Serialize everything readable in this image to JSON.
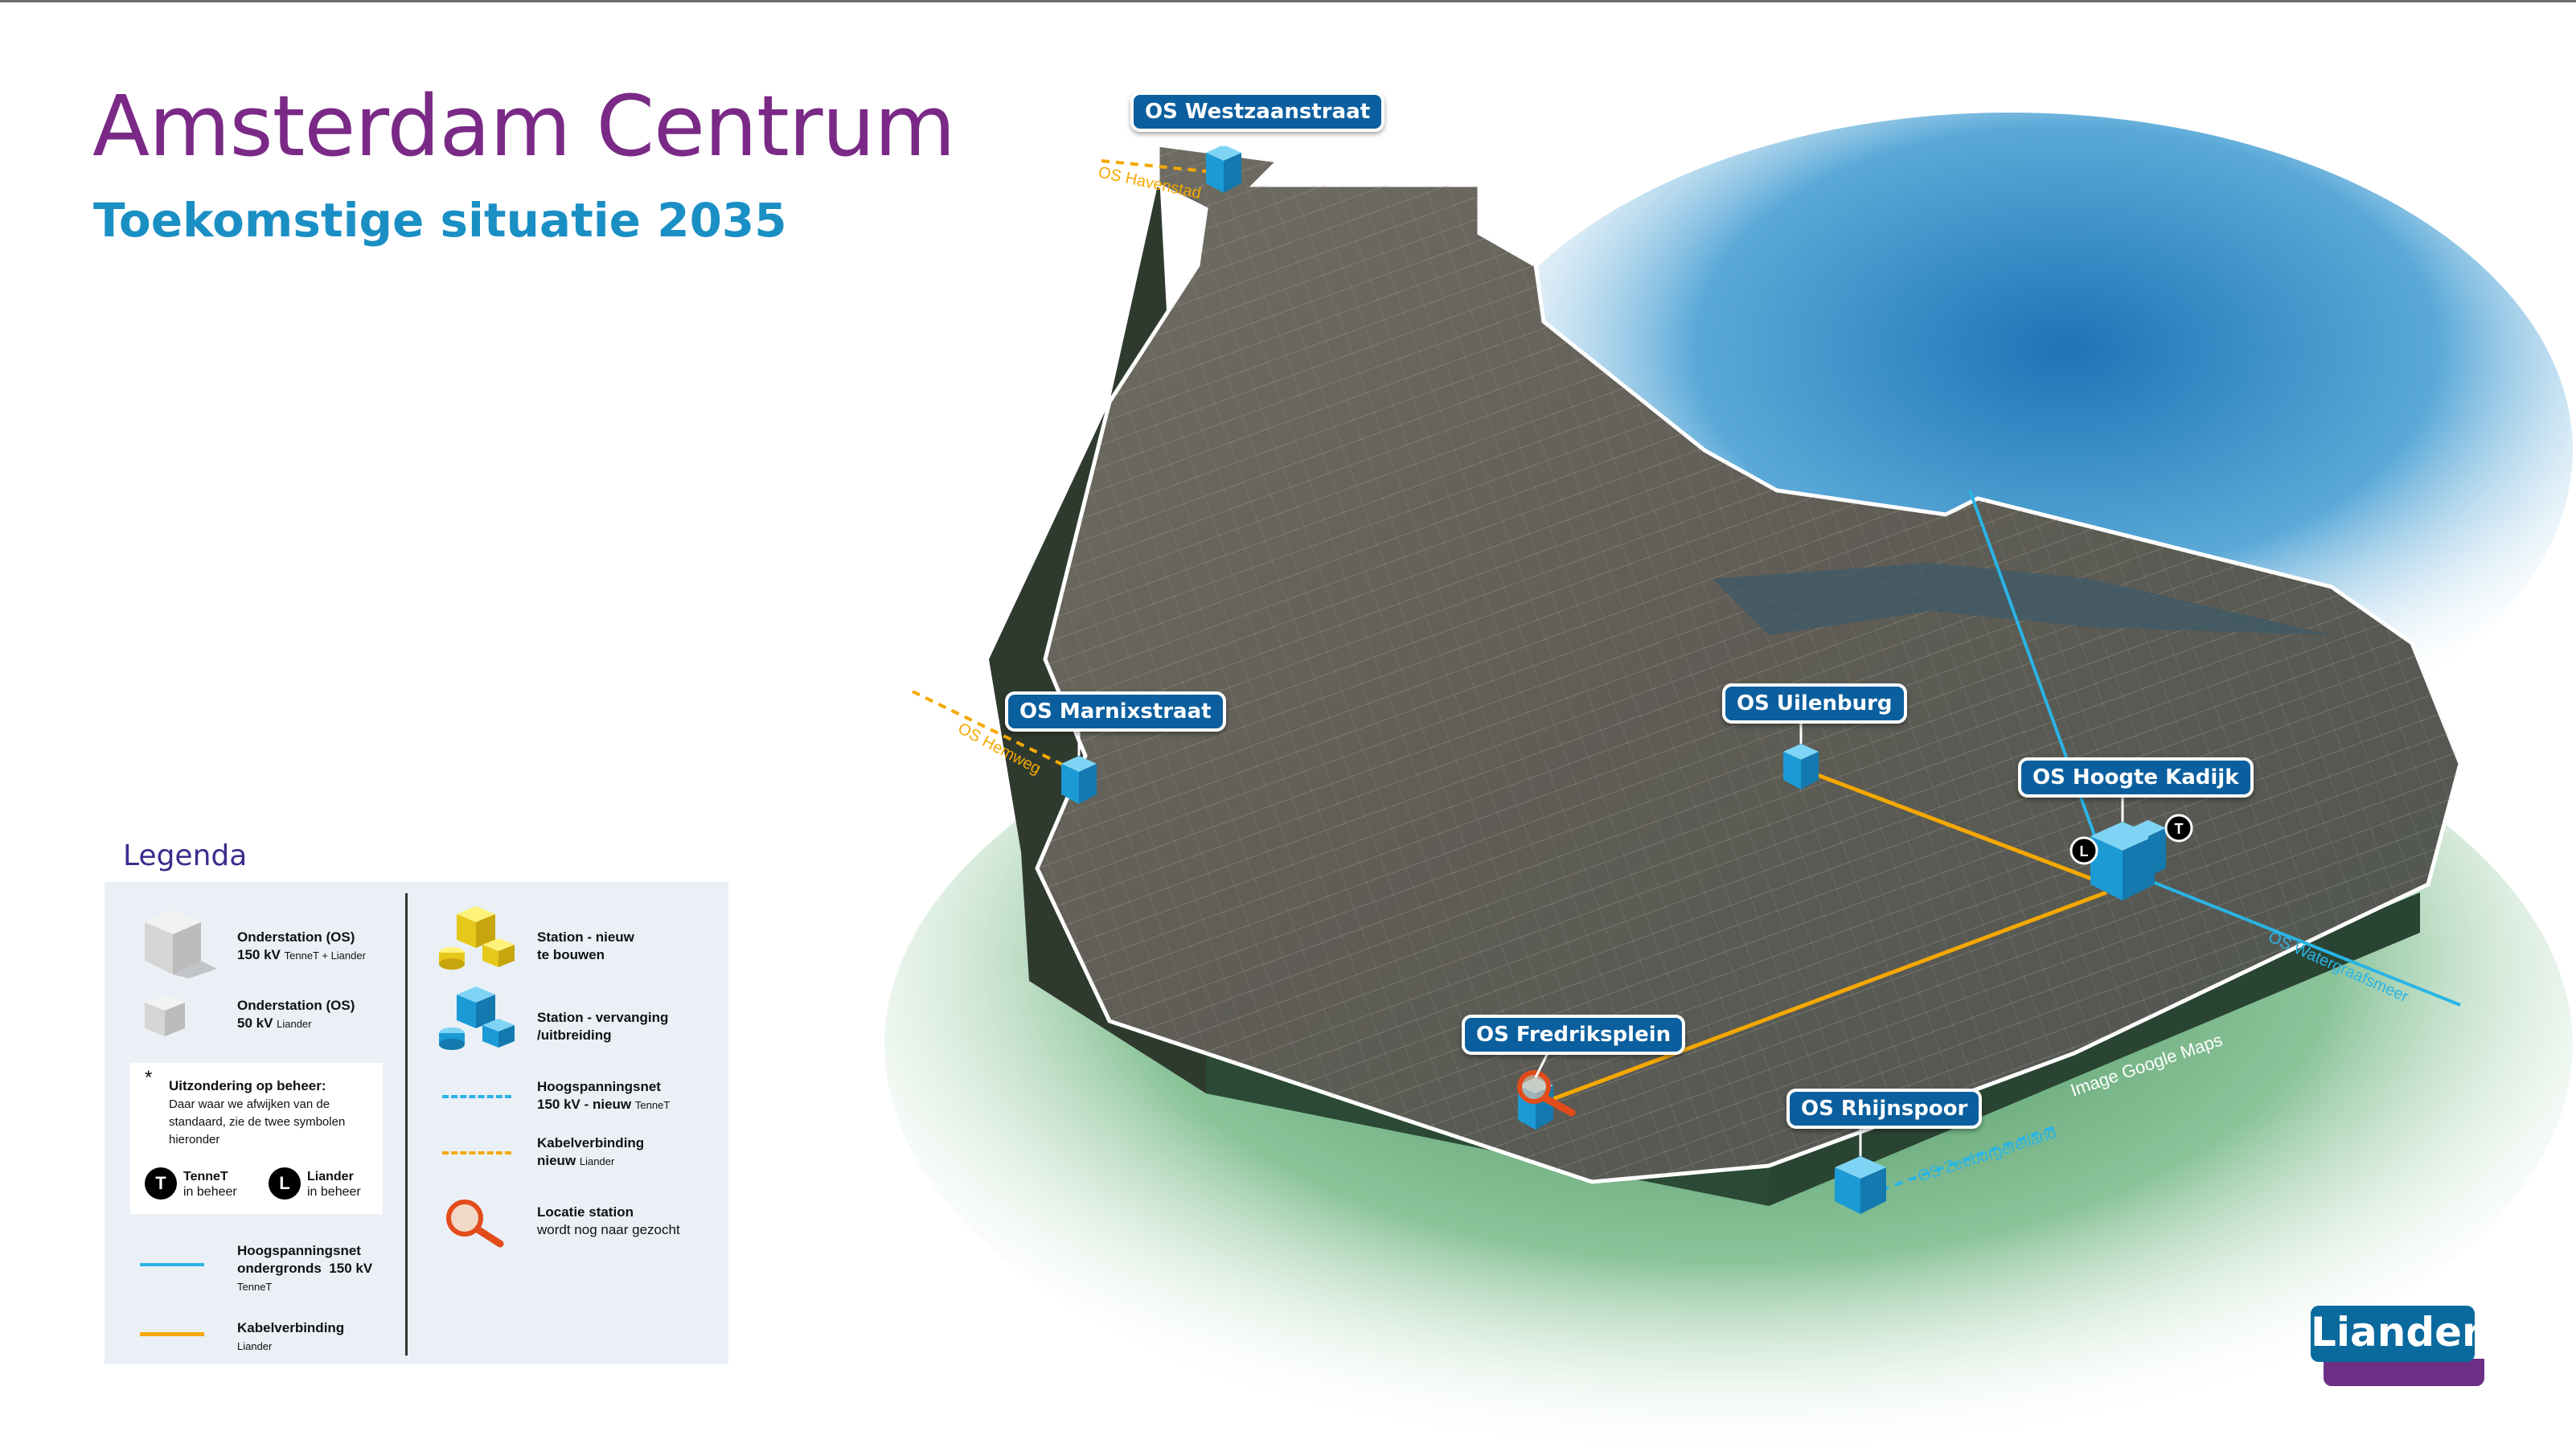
{
  "header": {
    "title": "Amsterdam Centrum",
    "subtitle": "Toekomstige situatie 2035"
  },
  "map": {
    "stations": [
      {
        "name": "OS Westzaanstraat"
      },
      {
        "name": "OS Marnixstraat"
      },
      {
        "name": "OS Uilenburg"
      },
      {
        "name": "OS Hoogte Kadijk"
      },
      {
        "name": "OS Fredriksplein"
      },
      {
        "name": "OS Rhijnspoor"
      }
    ],
    "connections": [
      {
        "label": "OS Havenstad"
      },
      {
        "label": "OS Hemweg"
      },
      {
        "label": "OS Zeeburgereiland"
      },
      {
        "label": "OS Watergraafsmeer"
      }
    ],
    "badges": {
      "tennet": "T",
      "liander": "L"
    },
    "image_credit": "Image Google Maps"
  },
  "legend": {
    "title": "Legenda",
    "os150": {
      "name": "Onderstation (OS)",
      "kv": "150 kV",
      "owner": "TenneT + Liander"
    },
    "os50": {
      "name": "Onderstation (OS)",
      "kv": "50 kV",
      "owner": "Liander"
    },
    "exception": {
      "marker": "*",
      "title": "Uitzondering op beheer:",
      "text": "Daar waar we afwijken van de standaard, zie de twee symbolen hieronder",
      "tennet": {
        "badge": "T",
        "line1": "TenneT",
        "line2": "in beheer"
      },
      "liander": {
        "badge": "L",
        "line1": "Liander",
        "line2": "in beheer"
      }
    },
    "hs_underground": {
      "line1": "Hoogspanningsnet",
      "line2": "ondergronds",
      "kv": "150 kV",
      "owner": "TenneT"
    },
    "cable": {
      "name": "Kabelverbinding",
      "owner": "Liander"
    },
    "station_new": {
      "line1": "Station - nieuw",
      "line2": "te bouwen"
    },
    "station_replace": {
      "line1": "Station - vervanging",
      "line2": "/uitbreiding"
    },
    "hs_new": {
      "line1": "Hoogspanningsnet",
      "line2": "150 kV - nieuw",
      "owner": "TenneT"
    },
    "cable_new": {
      "line1": "Kabelverbinding",
      "line2": "nieuw",
      "owner": "Liander"
    },
    "search": {
      "line1": "Locatie station",
      "line2": "wordt nog naar gezocht"
    }
  },
  "logo": {
    "text": "Liander"
  },
  "colors": {
    "title": "#7a2a86",
    "subtitle": "#1a8fc4",
    "tennet_line": "#2ab4e6",
    "liander_line": "#f5a800",
    "station_blue": "#1aa6df",
    "station_yellow": "#e6c81a"
  }
}
